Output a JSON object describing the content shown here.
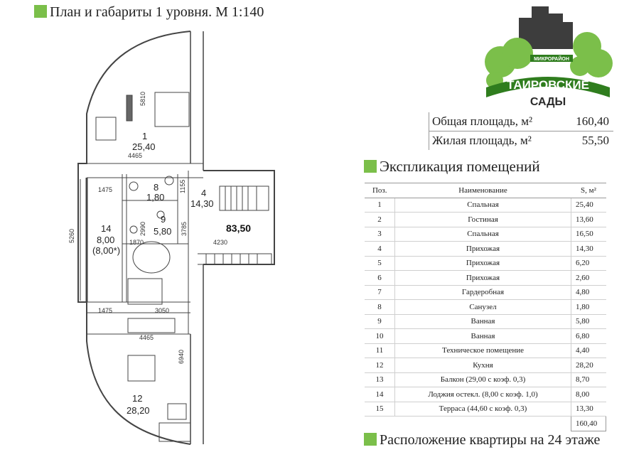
{
  "plan": {
    "title": "План и габариты 1 уровня. М 1:140",
    "dimensions": [
      "5810",
      "4465",
      "1475",
      "1155",
      "5260",
      "2990",
      "1870",
      "3785",
      "4230",
      "1475",
      "3050",
      "4465",
      "6940"
    ],
    "rooms": [
      {
        "num": "1",
        "area": "25,40"
      },
      {
        "num": "8",
        "area": "1,80"
      },
      {
        "num": "4",
        "area": "14,30"
      },
      {
        "num": "9",
        "area": "5,80"
      },
      {
        "num": "14",
        "area": "8,00",
        "note": "(8,00*)"
      },
      {
        "num": "12",
        "area": "28,20"
      }
    ],
    "total_label": "83,50"
  },
  "logo": {
    "small": "МИКРОРАЙОН",
    "line1": "ТАИРОВСКИЕ",
    "line2": "САДЫ",
    "colors": {
      "green": "#6bb33b",
      "dark_green": "#2f7d1e",
      "building": "#3d3d3d"
    }
  },
  "areas": [
    {
      "label": "Общая площадь, м²",
      "value": "160,40"
    },
    {
      "label": "Жилая площадь, м²",
      "value": "55,50"
    }
  ],
  "explication": {
    "title": "Экспликация помещений",
    "headers": [
      "Поз.",
      "Наименование",
      "S, м²"
    ],
    "rows": [
      [
        "1",
        "Спальная",
        "25,40"
      ],
      [
        "2",
        "Гостиная",
        "13,60"
      ],
      [
        "3",
        "Спальная",
        "16,50"
      ],
      [
        "4",
        "Прихожая",
        "14,30"
      ],
      [
        "5",
        "Прихожая",
        "6,20"
      ],
      [
        "6",
        "Прихожая",
        "2,60"
      ],
      [
        "7",
        "Гардеробная",
        "4,80"
      ],
      [
        "8",
        "Санузел",
        "1,80"
      ],
      [
        "9",
        "Ванная",
        "5,80"
      ],
      [
        "10",
        "Ванная",
        "6,80"
      ],
      [
        "11",
        "Техническое помещение",
        "4,40"
      ],
      [
        "12",
        "Кухня",
        "28,20"
      ],
      [
        "13",
        "Балкон (29,00 с коэф. 0,3)",
        "8,70"
      ],
      [
        "14",
        "Лоджия остекл. (8,00 с коэф. 1,0)",
        "8,00"
      ],
      [
        "15",
        "Терраса (44,60 с коэф. 0,3)",
        "13,30"
      ]
    ],
    "total": "160,40"
  },
  "location": {
    "title": "Расположение квартиры на 24 этаже"
  },
  "accent_color": "#7bbf4a"
}
